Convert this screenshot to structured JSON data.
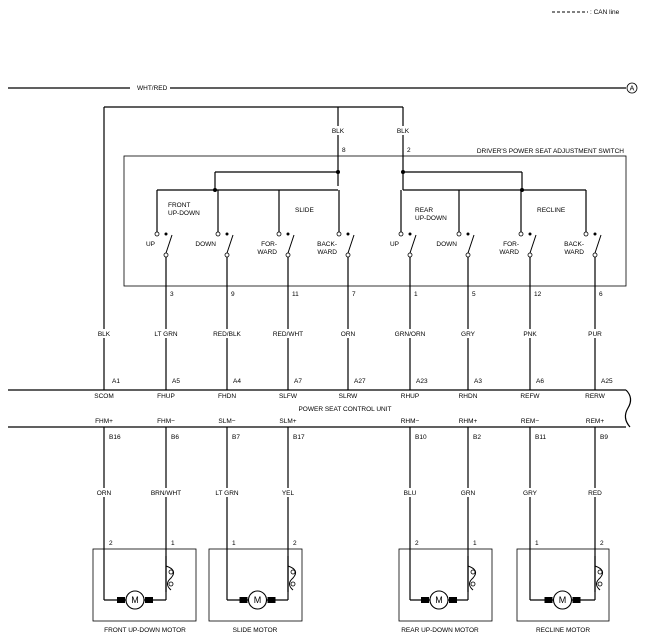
{
  "legend": {
    "can_line": ": CAN line"
  },
  "top_wire": {
    "label": "WHT/RED",
    "connector": "A"
  },
  "switch": {
    "title": "DRIVER'S POWER SEAT ADJUSTMENT SWITCH",
    "feed_wire": "BLK",
    "feed_pins": [
      "8",
      "2"
    ],
    "groups": [
      "FRONT\nUP-DOWN",
      "SLIDE",
      "REAR\nUP-DOWN",
      "RECLINE"
    ],
    "contacts": [
      {
        "label": "UP",
        "pin": "3",
        "wire": "LT GRN",
        "terminal": "A5",
        "signal": "FHUP"
      },
      {
        "label": "DOWN",
        "pin": "9",
        "wire": "RED/BLK",
        "terminal": "A4",
        "signal": "FHDN"
      },
      {
        "label": "FOR-\nWARD",
        "pin": "11",
        "wire": "RED/WHT",
        "terminal": "A7",
        "signal": "SLFW"
      },
      {
        "label": "BACK-\nWARD",
        "pin": "7",
        "wire": "ORN",
        "terminal": "A27",
        "signal": "SLRW"
      },
      {
        "label": "UP",
        "pin": "1",
        "wire": "GRN/ORN",
        "terminal": "A23",
        "signal": "RHUP"
      },
      {
        "label": "DOWN",
        "pin": "5",
        "wire": "GRY",
        "terminal": "A3",
        "signal": "RHDN"
      },
      {
        "label": "FOR-\nWARD",
        "pin": "12",
        "wire": "PNK",
        "terminal": "A6",
        "signal": "REFW"
      },
      {
        "label": "BACK-\nWARD",
        "pin": "6",
        "wire": "PUR",
        "terminal": "A25",
        "signal": "RERW"
      }
    ]
  },
  "scom": {
    "wire": "BLK",
    "terminal": "A1",
    "signal": "SCOM"
  },
  "unit": {
    "title": "POWER SEAT CONTROL UNIT"
  },
  "motor_pins": [
    {
      "signal": "FHM+",
      "terminal": "B16",
      "wire": "ORN",
      "pin": "2"
    },
    {
      "signal": "FHM−",
      "terminal": "B6",
      "wire": "BRN/WHT",
      "pin": "1"
    },
    {
      "signal": "SLM−",
      "terminal": "B7",
      "wire": "LT GRN",
      "pin": "1"
    },
    {
      "signal": "SLM+",
      "terminal": "B17",
      "wire": "YEL",
      "pin": "2"
    },
    {
      "signal": "RHM−",
      "terminal": "B10",
      "wire": "BLU",
      "pin": "2"
    },
    {
      "signal": "RHM+",
      "terminal": "B2",
      "wire": "GRN",
      "pin": "1"
    },
    {
      "signal": "REM−",
      "terminal": "B11",
      "wire": "GRY",
      "pin": "1"
    },
    {
      "signal": "REM+",
      "terminal": "B9",
      "wire": "RED",
      "pin": "2"
    }
  ],
  "motors": [
    {
      "name": "FRONT UP-DOWN MOTOR",
      "symbol": "M"
    },
    {
      "name": "SLIDE MOTOR",
      "symbol": "M"
    },
    {
      "name": "REAR UP-DOWN MOTOR",
      "symbol": "M"
    },
    {
      "name": "RECLINE MOTOR",
      "symbol": "M"
    }
  ]
}
